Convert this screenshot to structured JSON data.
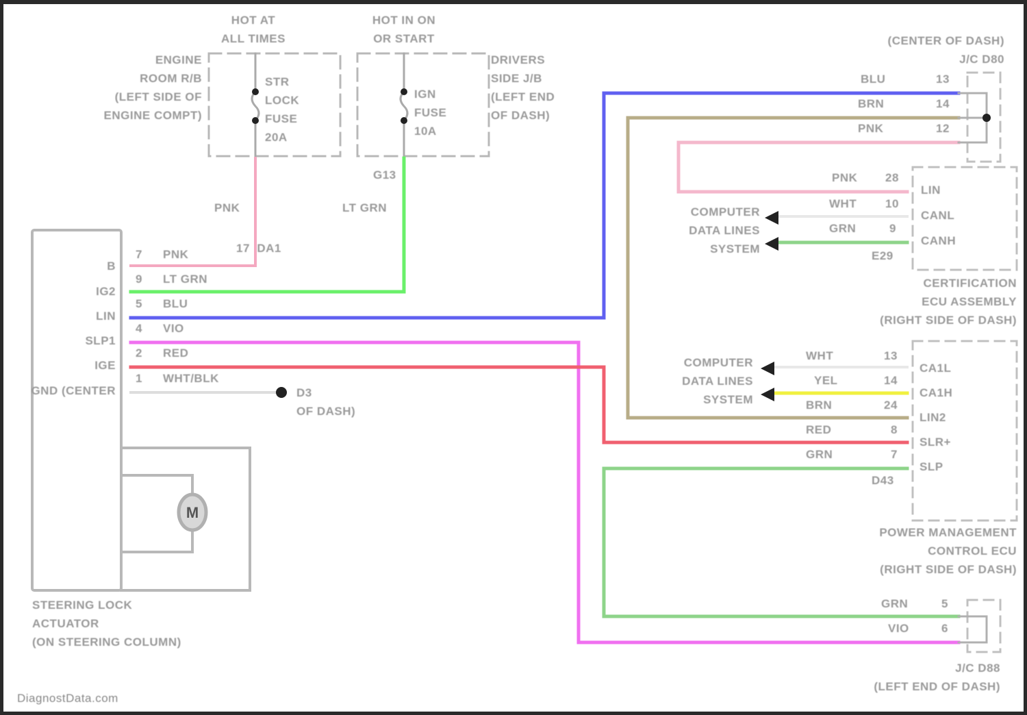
{
  "title": "Steering Lock Wiring Diagram",
  "watermark": "DiagnostData.com",
  "colors": {
    "PNK": "#f4a8c0",
    "LT_GRN": "#6af06a",
    "BLU": "#6060f0",
    "VIO": "#f070f0",
    "RED": "#f06070",
    "BRN": "#b8ad88",
    "GRN": "#8ed48a",
    "YEL": "#f0f040",
    "WHT": "#e4e4e4",
    "line": "#b0b0b0"
  },
  "power": {
    "hot_at_all_times": "HOT AT\nALL TIMES",
    "hot_in_on": "HOT IN ON\nOR START",
    "engine_rb": "ENGINE\nROOM R/B\n(LEFT SIDE OF\nENGINE COMPT)",
    "str_lock_fuse": "STR\nLOCK\nFUSE\n20A",
    "ign_fuse": "IGN\nFUSE\n10A",
    "drivers_jb": "DRIVERS\nSIDE J/B\n(LEFT END\nOF DASH)",
    "g_conn": "G13",
    "pnk_label": "PNK",
    "ltgrn_label": "LT GRN",
    "da1": "17  DA1"
  },
  "actuator": {
    "name": "STEERING LOCK\nACTUATOR\n(ON STEERING COLUMN)",
    "motor": "M",
    "pins": [
      {
        "term": "B",
        "num": "7",
        "wire": "PNK"
      },
      {
        "term": "IG2",
        "num": "9",
        "wire": "LT GRN"
      },
      {
        "term": "LIN",
        "num": "5",
        "wire": "BLU"
      },
      {
        "term": "SLP1",
        "num": "4",
        "wire": "VIO"
      },
      {
        "term": "IGE",
        "num": "2",
        "wire": "RED"
      },
      {
        "term": "GND (CENTER",
        "num": "1",
        "wire": "WHT/BLK"
      }
    ],
    "ground": "D3\nOF DASH)"
  },
  "jc_d80": {
    "name": "(CENTER OF DASH)\nJ/C D80",
    "pins": [
      {
        "wire": "BLU",
        "num": "13"
      },
      {
        "wire": "BRN",
        "num": "14"
      },
      {
        "wire": "PNK",
        "num": "12"
      }
    ]
  },
  "cert_ecu": {
    "name": "CERTIFICATION\nECU ASSEMBLY\n(RIGHT SIDE OF DASH)",
    "data_lines": "COMPUTER\nDATA LINES\nSYSTEM",
    "connector": "E29",
    "pins": [
      {
        "wire": "PNK",
        "num": "28",
        "term": "LIN"
      },
      {
        "wire": "WHT",
        "num": "10",
        "term": "CANL"
      },
      {
        "wire": "GRN",
        "num": "9",
        "term": "CANH"
      }
    ]
  },
  "pm_ecu": {
    "name": "POWER MANAGEMENT\nCONTROL ECU\n(RIGHT SIDE OF DASH)",
    "data_lines": "COMPUTER\nDATA LINES\nSYSTEM",
    "connector": "D43",
    "pins": [
      {
        "wire": "WHT",
        "num": "13",
        "term": "CA1L"
      },
      {
        "wire": "YEL",
        "num": "14",
        "term": "CA1H"
      },
      {
        "wire": "BRN",
        "num": "24",
        "term": "LIN2"
      },
      {
        "wire": "RED",
        "num": "8",
        "term": "SLR+"
      },
      {
        "wire": "GRN",
        "num": "7",
        "term": "SLP"
      }
    ]
  },
  "jc_d88": {
    "name": "J/C D88\n(LEFT END OF DASH)",
    "pins": [
      {
        "wire": "GRN",
        "num": "5"
      },
      {
        "wire": "VIO",
        "num": "6"
      }
    ]
  }
}
